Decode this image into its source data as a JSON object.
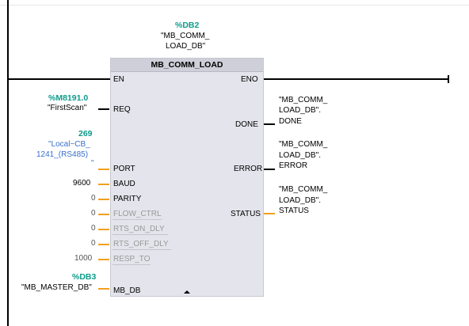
{
  "instance_db": {
    "address": "%DB2",
    "line1": "\"MB_COMM_",
    "line2": "LOAD_DB\""
  },
  "block": {
    "title": "MB_COMM_LOAD"
  },
  "pins": {
    "en": "EN",
    "eno": "ENO",
    "req": "REQ",
    "port": "PORT",
    "baud": "BAUD",
    "parity": "PARITY",
    "flow_ctrl": "FLOW_CTRL",
    "rts_on_dly": "RTS_ON_DLY",
    "rts_off_dly": "RTS_OFF_DLY",
    "resp_to": "RESP_TO",
    "mb_db": "MB_DB",
    "done": "DONE",
    "error": "ERROR",
    "status": "STATUS"
  },
  "req_param": {
    "address": "%M8191.0",
    "name": "\"FirstScan\""
  },
  "port_param": {
    "value": "269",
    "line1": "\"Local~CB_",
    "line2": "1241_(RS485)",
    "line3": "\""
  },
  "baud_param": {
    "value": "9600"
  },
  "parity_param": {
    "value": "0"
  },
  "flow_param": {
    "value": "0"
  },
  "rts_on_param": {
    "value": "0"
  },
  "rts_off_param": {
    "value": "0"
  },
  "resp_param": {
    "value": "1000"
  },
  "mbdb_param": {
    "address": "%DB3",
    "name": "\"MB_MASTER_DB\""
  },
  "done_out": {
    "line1": "\"MB_COMM_",
    "line2": "LOAD_DB\".",
    "line3": "DONE"
  },
  "error_out": {
    "line1": "\"MB_COMM_",
    "line2": "LOAD_DB\".",
    "line3": "ERROR"
  },
  "status_out": {
    "line1": "\"MB_COMM_",
    "line2": "LOAD_DB\".",
    "line3": "STATUS"
  }
}
